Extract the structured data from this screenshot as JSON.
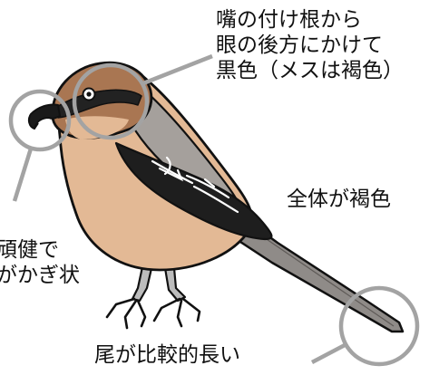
{
  "labels": {
    "beak_to_eye": [
      "嘴の付け根から",
      "眼の後方にかけて",
      "黒色（メスは褐色）"
    ],
    "body_color": "全体が褐色",
    "bill": [
      "頑健で",
      "がかぎ状"
    ],
    "tail": "尾が比較的長い"
  },
  "colors": {
    "head": "#a97652",
    "breast": "#e3b995",
    "back": "#a5a09c",
    "mask": "#222222",
    "tail": "#8f8b88",
    "legs": "#bcbcbc",
    "callout": "#a3a3a3"
  }
}
